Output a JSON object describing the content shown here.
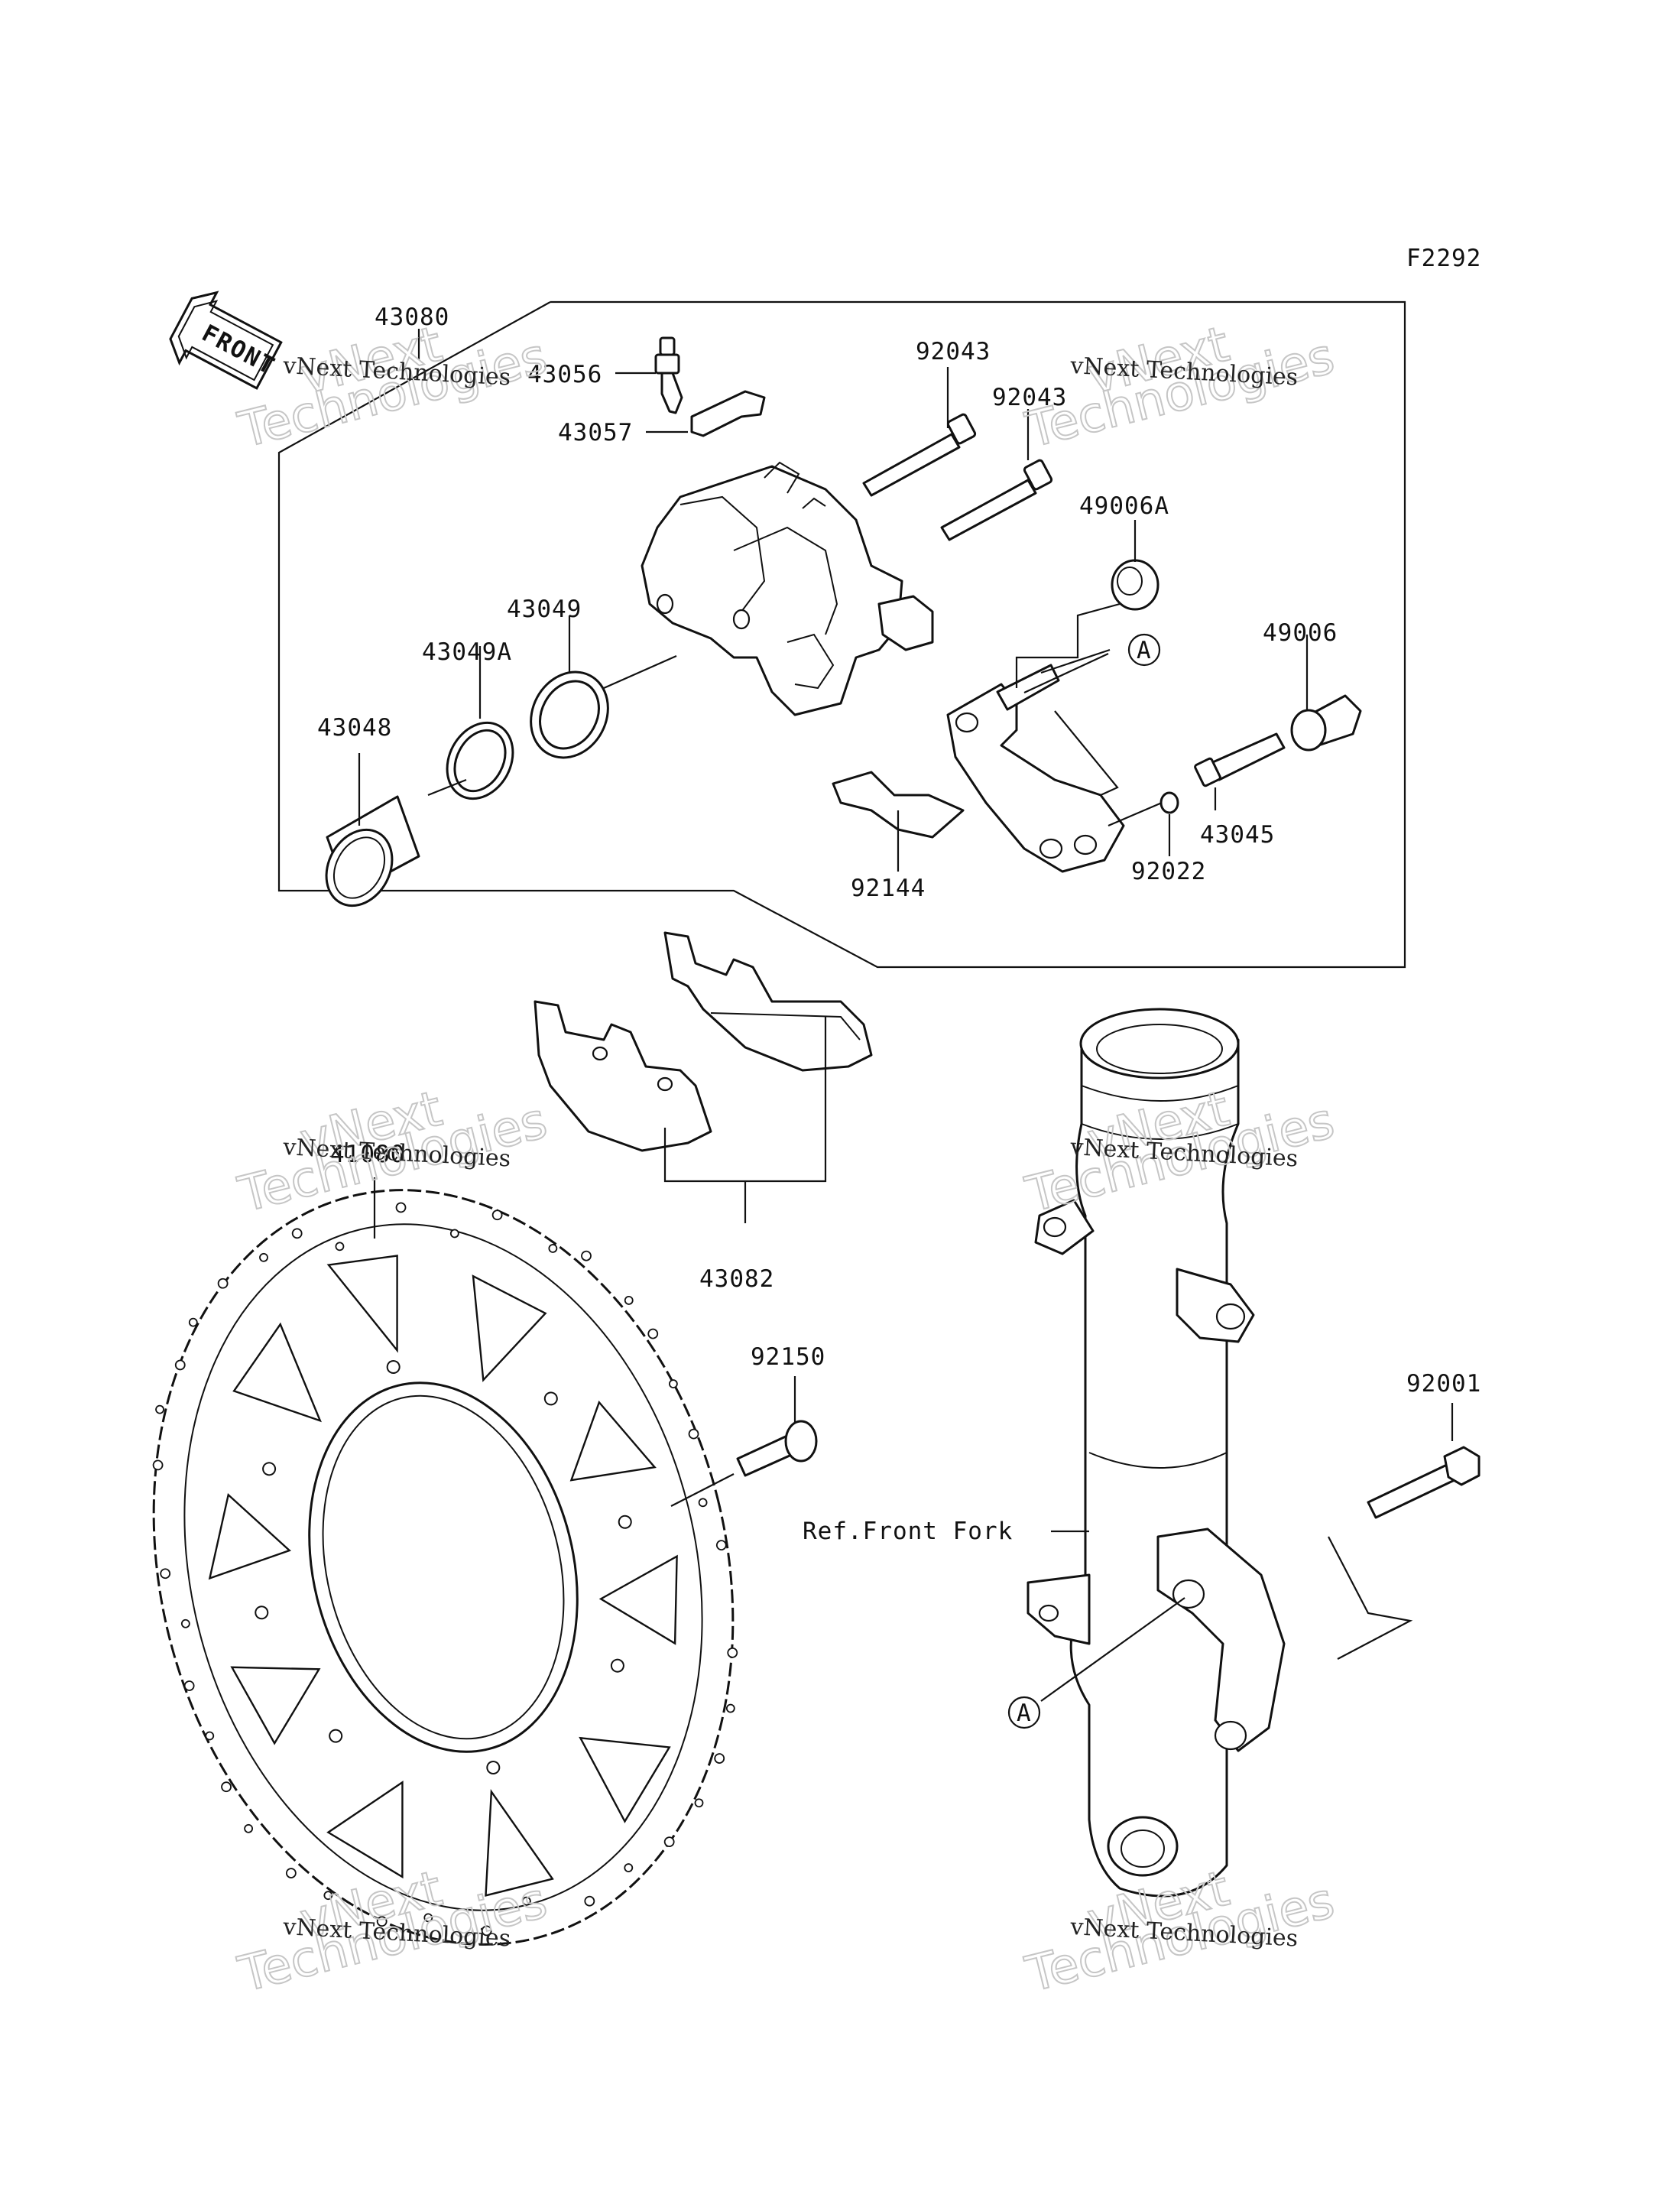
{
  "figure_code": "F2292",
  "front_arrow_label": "FRONT",
  "reference_text": "Ref.Front Fork",
  "callout_marker": "A",
  "part_numbers": {
    "caliper_assy": "43080",
    "bleed_valve": "43056",
    "bleed_cap": "43057",
    "pin_upper": "92043",
    "pin_lower": "92043",
    "boot_a": "49006A",
    "boot": "49006",
    "seal": "43049",
    "seal_a": "43049A",
    "piston": "43048",
    "pad_spring": "92144",
    "circlip": "92022",
    "bracket_pin": "43045",
    "pads": "43082",
    "disc": "41080",
    "disc_bolt": "92150",
    "mount_bolt": "92001"
  },
  "watermark": {
    "line1": "vNext Technologies",
    "line2": "vNext",
    "line3": "Technologies"
  }
}
